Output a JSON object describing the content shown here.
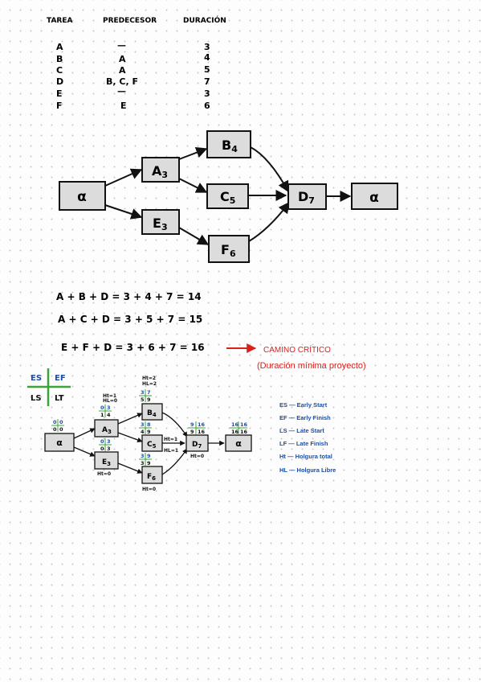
{
  "table": {
    "headers": [
      "TAREA",
      "PREDECESOR",
      "DURACIÓN"
    ],
    "rows": [
      {
        "task": "A",
        "pred": "—",
        "dur": "3"
      },
      {
        "task": "B",
        "pred": "A",
        "dur": "4"
      },
      {
        "task": "C",
        "pred": "A",
        "dur": "5"
      },
      {
        "task": "D",
        "pred": "B, C, F",
        "dur": "7"
      },
      {
        "task": "E",
        "pred": "—",
        "dur": "3"
      },
      {
        "task": "F",
        "pred": "E",
        "dur": "6"
      }
    ]
  },
  "network": {
    "start": "α",
    "end": "α",
    "nodes": [
      {
        "id": "A",
        "label": "A",
        "sub": "3"
      },
      {
        "id": "B",
        "label": "B",
        "sub": "4"
      },
      {
        "id": "C",
        "label": "C",
        "sub": "5"
      },
      {
        "id": "D",
        "label": "D",
        "sub": "7"
      },
      {
        "id": "E",
        "label": "E",
        "sub": "3"
      },
      {
        "id": "F",
        "label": "F",
        "sub": "6"
      }
    ]
  },
  "paths": [
    "A + B + D  =  3 + 4 + 7  =  14",
    "A + C + D  =  3 + 5 + 7  =  15",
    "E + F + D  =  3 + 6 + 7  =  16"
  ],
  "critical": {
    "label": "CAMINO CRÍTICO",
    "note": "(Duración mínima proyecto)",
    "color": "#d9221c"
  },
  "key": {
    "es": "ES",
    "ef": "EF",
    "ls": "LS",
    "lt": "LT",
    "green": "#3aa33a",
    "blue": "#1c4fa8"
  },
  "small": {
    "alpha": {
      "es": "0",
      "ef": "0",
      "ls": "0",
      "lf": "0"
    },
    "A": {
      "es": "0",
      "ef": "3",
      "ls": "1",
      "lf": "4"
    },
    "B": {
      "es": "3",
      "ef": "7",
      "ls": "5",
      "lf": "9"
    },
    "C": {
      "es": "3",
      "ef": "8",
      "ls": "4",
      "lf": "9"
    },
    "E": {
      "es": "0",
      "ef": "3",
      "ls": "0",
      "lf": "3"
    },
    "F": {
      "es": "3",
      "ef": "9",
      "ls": "3",
      "lf": "9"
    },
    "D": {
      "es": "9",
      "ef": "16",
      "ls": "9",
      "lf": "16"
    },
    "omega": {
      "es": "16",
      "ef": "16",
      "ls": "16",
      "lf": "16"
    },
    "holguras": {
      "A": [
        "Ht=1",
        "HL=0"
      ],
      "B": [
        "Ht=2",
        "HL=2"
      ],
      "C": [
        "Ht=1",
        "HL=1"
      ],
      "E": [
        "Ht=0"
      ],
      "F": [
        "Ht=0"
      ],
      "D": [
        "Ht=0"
      ]
    }
  },
  "legend": [
    "ES — Early Start",
    "EF — Early Finish",
    "LS — Late Start",
    "LF — Late Finish",
    "Ht — Holgura total",
    "HL — Holgura Libre"
  ]
}
